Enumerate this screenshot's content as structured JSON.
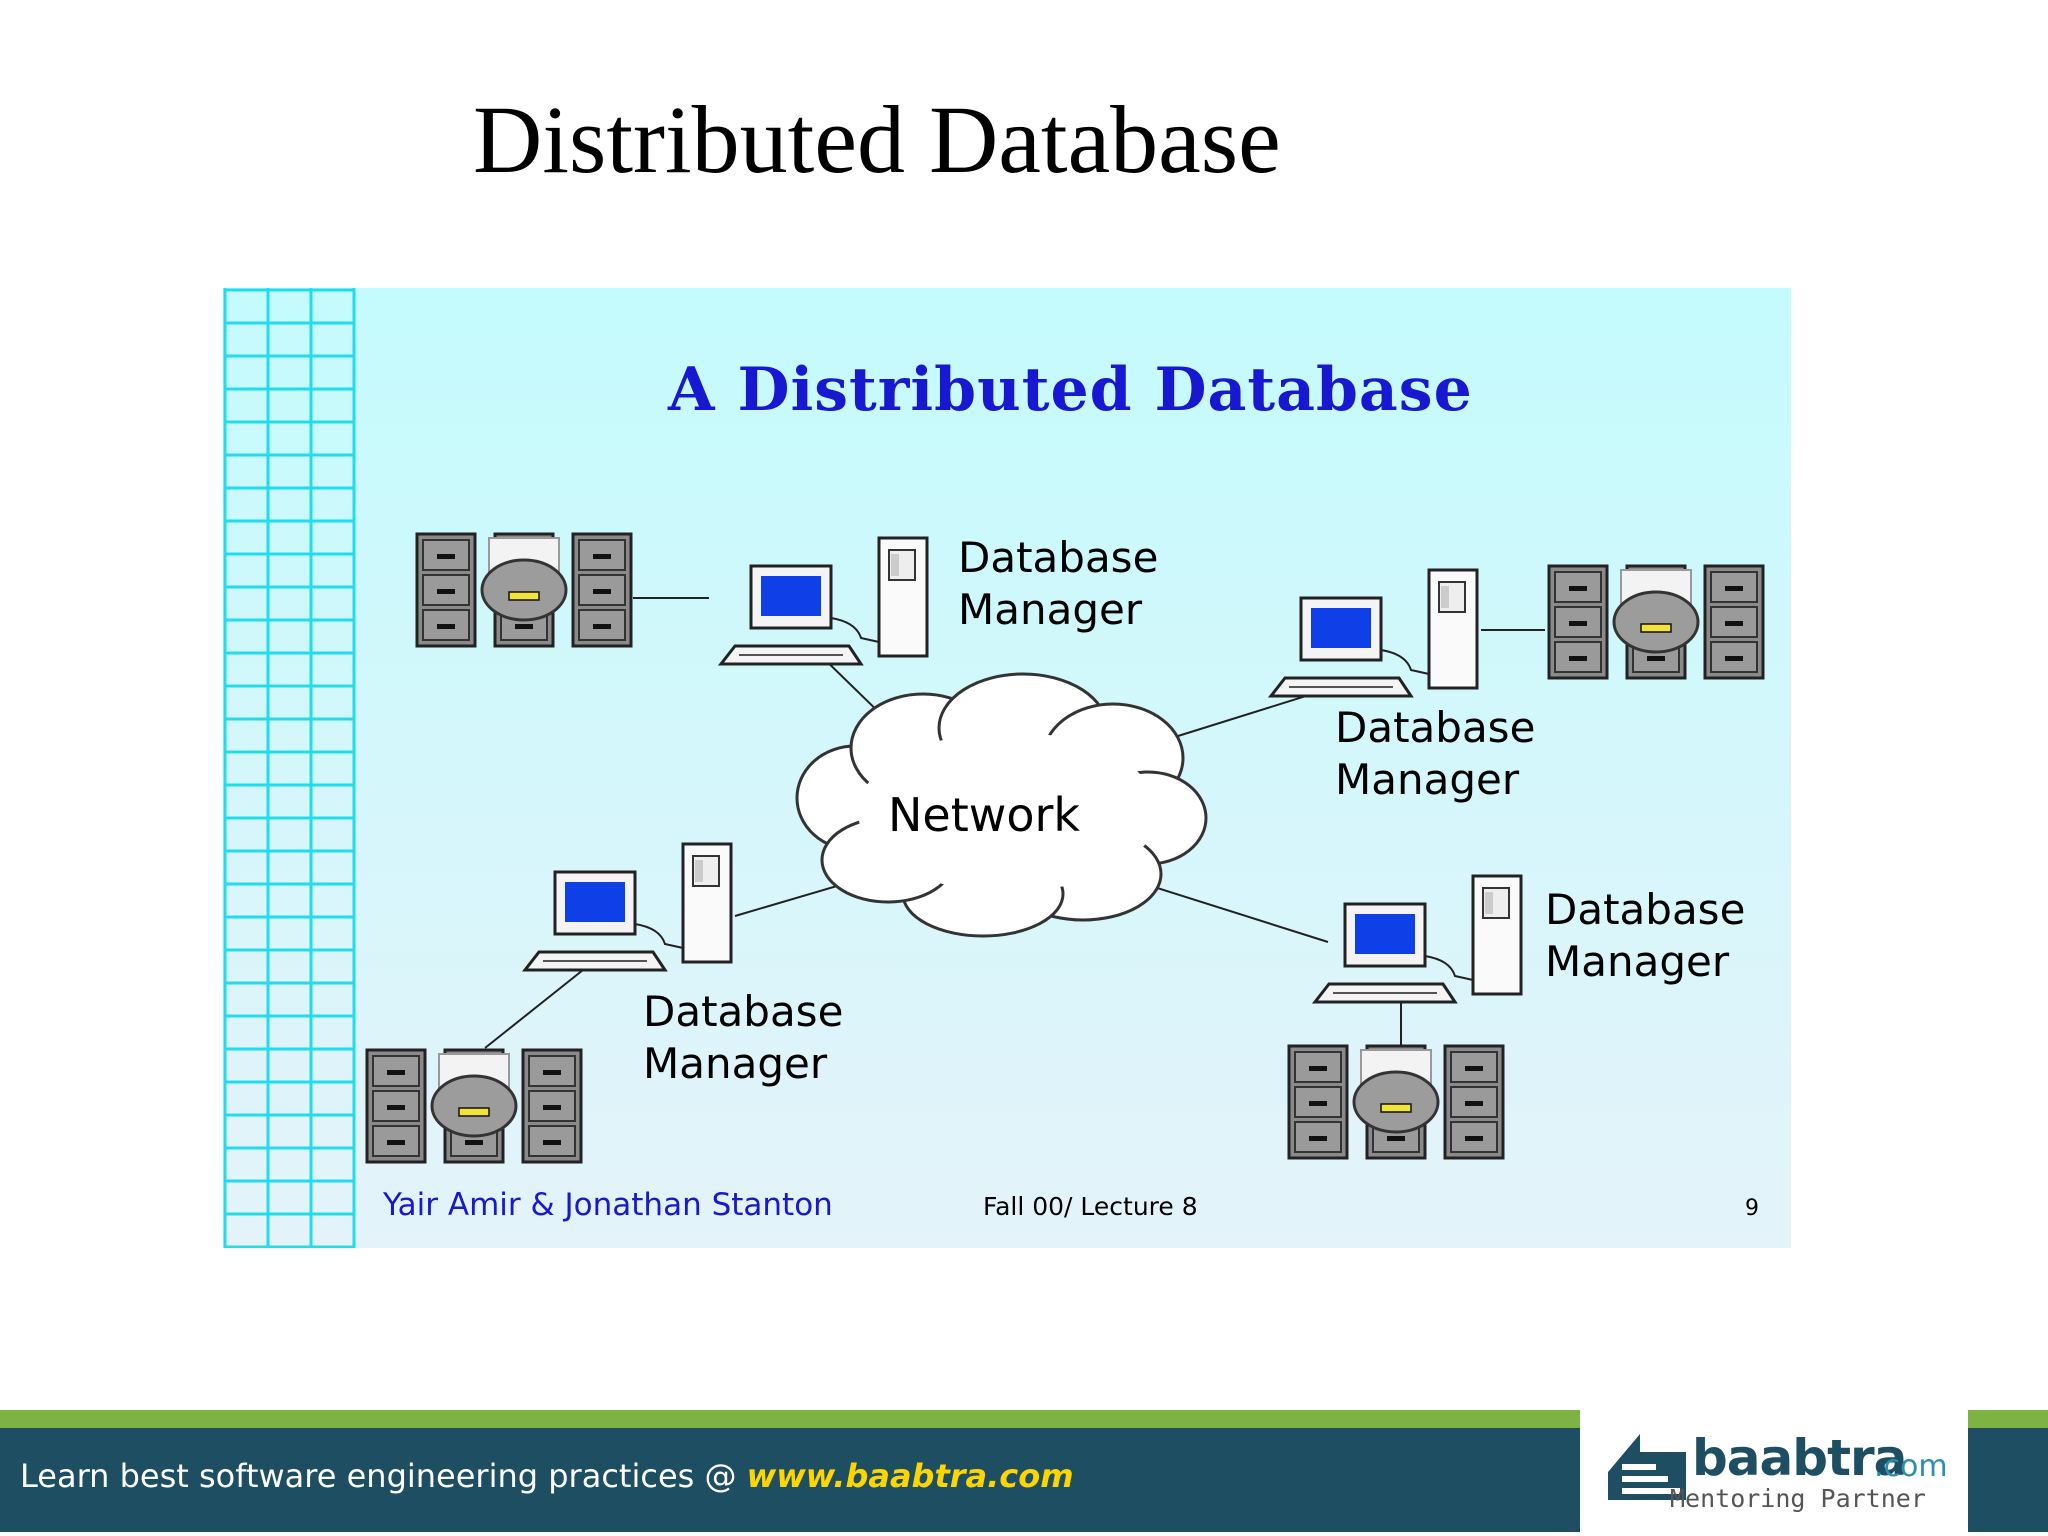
{
  "page": {
    "title": "Distributed Database"
  },
  "slide": {
    "title": "A Distributed Database",
    "network_label": "Network",
    "nodes": [
      {
        "line1": "Database",
        "line2": "Manager"
      },
      {
        "line1": "Database",
        "line2": "Manager"
      },
      {
        "line1": "Database",
        "line2": "Manager"
      },
      {
        "line1": "Database",
        "line2": "Manager"
      }
    ],
    "authors": "Yair Amir & Jonathan Stanton",
    "lecture": "Fall 00/ Lecture 8",
    "page_number": "9",
    "colors": {
      "background": "#ccf7fb",
      "title": "#1818d0",
      "grid": "#22dcea",
      "screen": "#0f3fe6"
    }
  },
  "footer": {
    "text": "Learn best software engineering practices @ ",
    "url": "www.baabtra.com",
    "brand_name": "baabtra",
    "brand_suffix": ".com",
    "brand_tagline": "Mentoring Partner",
    "colors": {
      "green": "#7cb342",
      "teal": "#1e4e62",
      "url": "#ffd500"
    }
  }
}
